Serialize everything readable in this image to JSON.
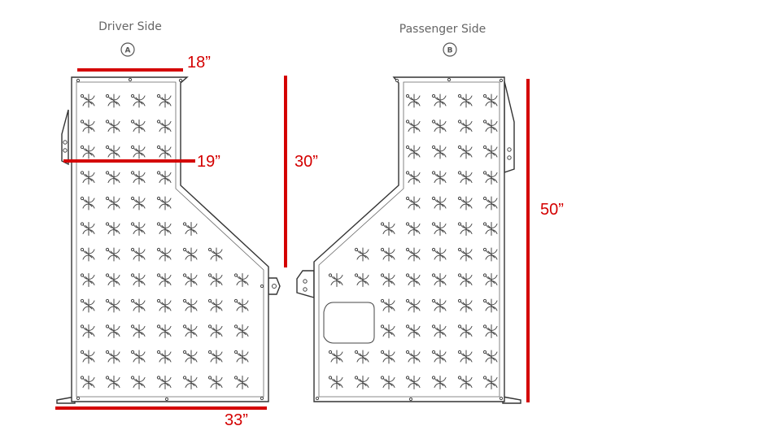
{
  "panels": {
    "driver": {
      "title": "Driver Side",
      "badge": "A"
    },
    "passenger": {
      "title": "Passenger Side",
      "badge": "B"
    }
  },
  "dimensions": {
    "top_width": "18”",
    "mid_width": "19”",
    "upper_height": "30”",
    "bottom_width": "33”",
    "total_height": "50”"
  },
  "colors": {
    "dimension": "#d40000",
    "outline": "#333333",
    "label": "#666666"
  }
}
